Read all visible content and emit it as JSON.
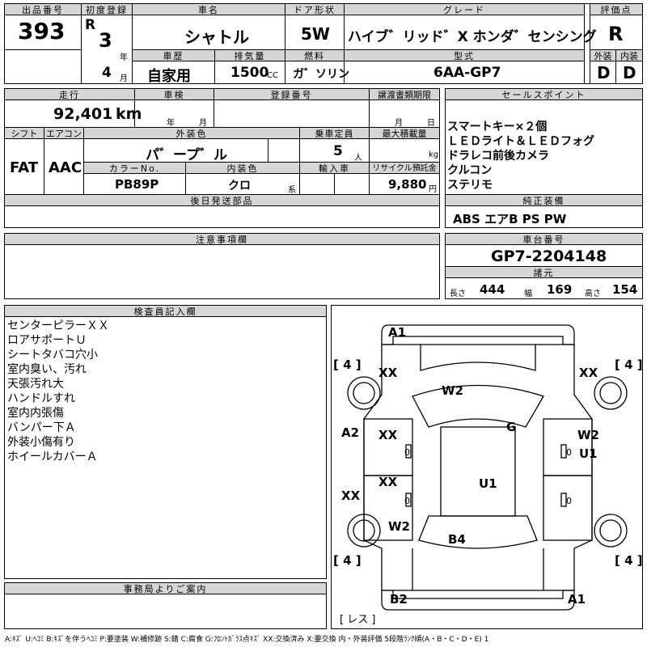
{
  "header": {
    "lot_label": "出品番号",
    "lot": "393",
    "first_reg_label": "初度登録",
    "era": "R",
    "year": "3",
    "year_unit": "年",
    "month": "4",
    "month_unit": "月",
    "car_name_label": "車名",
    "car_name": "シャトル",
    "door_label": "ドア形状",
    "door": "5W",
    "grade_label": "グレード",
    "grade": "ハイブ゛リッド゛X ホンダ゛センシング",
    "score_label": "評価点",
    "score": "R",
    "history_label": "車歴",
    "history": "自家用",
    "displacement_label": "排気量",
    "displacement": "1500",
    "cc": "CC",
    "fuel_label": "燃料",
    "fuel": "ガ゛ソリン",
    "model_label": "型式",
    "model": "6AA-GP7",
    "exterior_label": "外装",
    "exterior": "D",
    "interior_label": "内装",
    "interior": "D"
  },
  "row2": {
    "mileage_label": "走行",
    "mileage": "92,401",
    "km": "km",
    "inspection_label": "車検",
    "insp_year": "年",
    "insp_month": "月",
    "reg_label": "登録番号",
    "transfer_label": "譲渡書類期限",
    "tr_month": "月",
    "tr_day": "日",
    "shift_label": "シフト",
    "shift": "FAT",
    "ac_label": "エアコン",
    "ac": "AAC",
    "color_label": "外装色",
    "color": "パ゛ープ゛ル",
    "capacity_label": "乗車定員",
    "capacity": "5",
    "capacity_unit": "人",
    "load_label": "最大積載量",
    "load_unit": "kg",
    "color_no_label": "カラーNo.",
    "color_no": "PB89P",
    "int_color_label": "内装色",
    "int_color": "クロ",
    "int_suffix": "系",
    "import_label": "輸入車",
    "recycle_label": "リサイクル預託金",
    "recycle": "9,880",
    "yen": "円",
    "later_label": "後日発送部品"
  },
  "sales": {
    "label": "セールスポイント",
    "items": [
      "スマートキー×２個",
      "ＬＥＤライト＆ＬＥＤフォグ",
      "ドラレコ前後カメラ",
      "クルコン",
      "ステリモ"
    ]
  },
  "equipment": {
    "label": "純正装備",
    "value": "ABS エアB PS PW"
  },
  "notes": {
    "label": "注意事項欄"
  },
  "chassis": {
    "label": "車台番号",
    "value": "GP7-2204148",
    "dims_label": "諸元",
    "len_label": "長さ",
    "len": "444",
    "wid_label": "幅",
    "wid": "169",
    "hei_label": "高さ",
    "hei": "154"
  },
  "inspector": {
    "label": "検査員記入欄",
    "items": [
      "センターピラーＸＸ",
      "ロアサポートＵ",
      "シートタバコ穴小",
      "室内臭い、汚れ",
      "天張汚れ大",
      "ハンドルすれ",
      "室内内張傷",
      "バンパー下Ａ",
      "外装小傷有り",
      "ホイールカバーＡ"
    ]
  },
  "office": {
    "label": "事務局よりご案内"
  },
  "diagram": {
    "tl": "A1",
    "br": "A1",
    "bl": "B2",
    "tire_fl": "[ 4 ]",
    "tire_fr": "[ 4 ]",
    "tire_rl": "[ 4 ]",
    "tire_rr": "[ 4 ]",
    "fl_fender": "XX",
    "fr_fender": "XX",
    "windshield": "W2",
    "roof": "G",
    "left_side": "A2",
    "left_front_door": "XX",
    "left_rear_door": "XX",
    "left_rocker": "XX",
    "right_window": "W2",
    "right_door": "U1",
    "center": "U1",
    "rear_left": "W2",
    "rear": "B4",
    "spare": "[ レス ]",
    "door_zero": "0"
  },
  "legend": "A:ｷｽﾞ U:ﾍｺﾐ B:ｷｽﾞを伴うﾍｺﾐ P:要塗装 W:補修跡 S:錆 C:腐食 G:ﾌﾛﾝﾄｶﾞﾗｽ点ｷｽﾞ XX:交換済み X:要交換 内・外装評価 5段階ﾗﾝｸ順(A・B・C・D・E) 1"
}
